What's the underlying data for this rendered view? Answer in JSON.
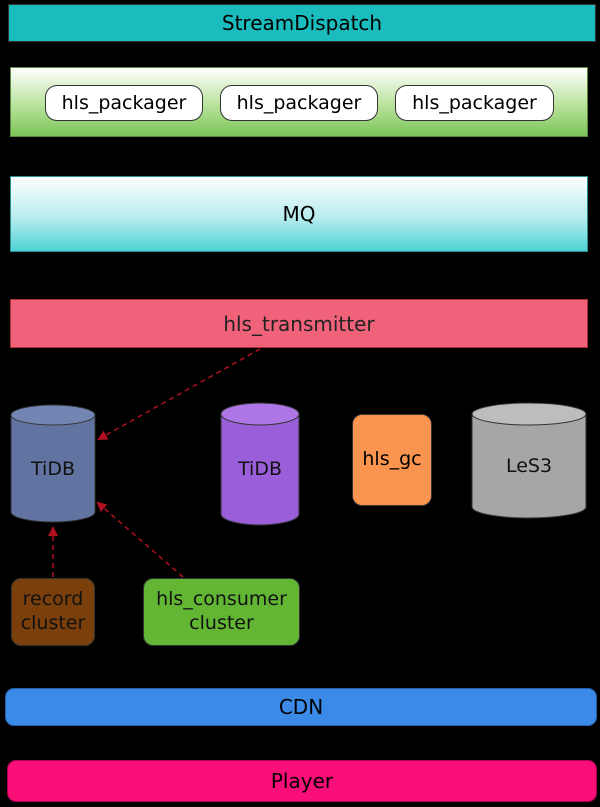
{
  "layers": {
    "stream_dispatch": "StreamDispatch",
    "packagers": [
      "hls_packager",
      "hls_packager",
      "hls_packager"
    ],
    "mq": "MQ",
    "transmitter": "hls_transmitter",
    "cdn": "CDN",
    "player": "Player"
  },
  "storage": {
    "tidb_primary": "TiDB",
    "tidb_secondary": "TiDB",
    "hls_gc": "hls_gc",
    "les3": "LeS3"
  },
  "clusters": {
    "record": "record\ncluster",
    "hls_consumer": "hls_consumer\ncluster"
  },
  "colors": {
    "background": "#000000",
    "stream_dispatch": "#1bbcbd",
    "packager_band": "#7cc55a",
    "mq": "#4fd3d6",
    "transmitter": "#f0617a",
    "tidb_primary": "#6173a0",
    "tidb_secondary": "#9a5ed9",
    "hls_gc": "#fa944e",
    "les3": "#a6a6a6",
    "record_cluster": "#7b3f0b",
    "consumer_cluster": "#63b634",
    "cdn": "#3c8ae8",
    "player": "#fa0e77",
    "arrow": "#b01020"
  }
}
